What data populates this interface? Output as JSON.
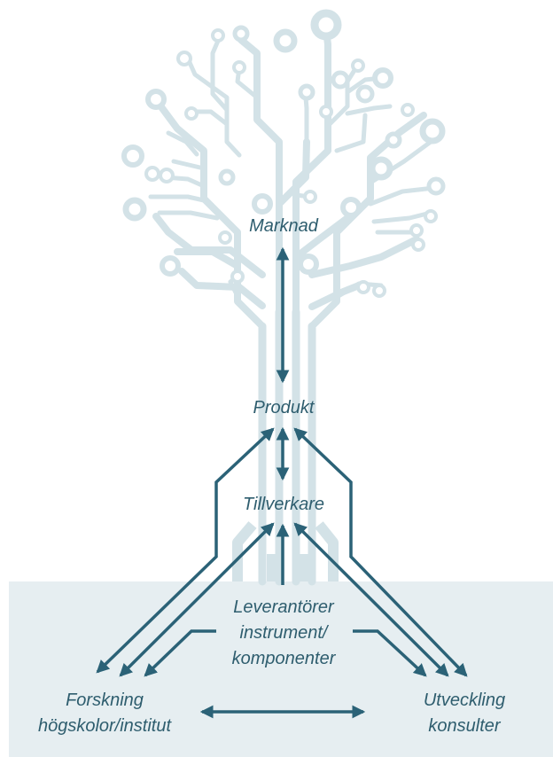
{
  "colors": {
    "tree": "#d3e2e7",
    "ground": "#e6eef1",
    "arrow": "#2b6277",
    "text": "#2e5d6e",
    "background": "#ffffff"
  },
  "nodes": {
    "marknad": "Marknad",
    "produkt": "Produkt",
    "tillverkare": "Tillverkare",
    "leverantorer_line1": "Leverantörer",
    "leverantorer_line2": "instrument/",
    "leverantorer_line3": "komponenter",
    "forskning_line1": "Forskning",
    "forskning_line2": "högskolor/institut",
    "utveckling_line1": "Utveckling",
    "utveckling_line2": "konsulter"
  }
}
